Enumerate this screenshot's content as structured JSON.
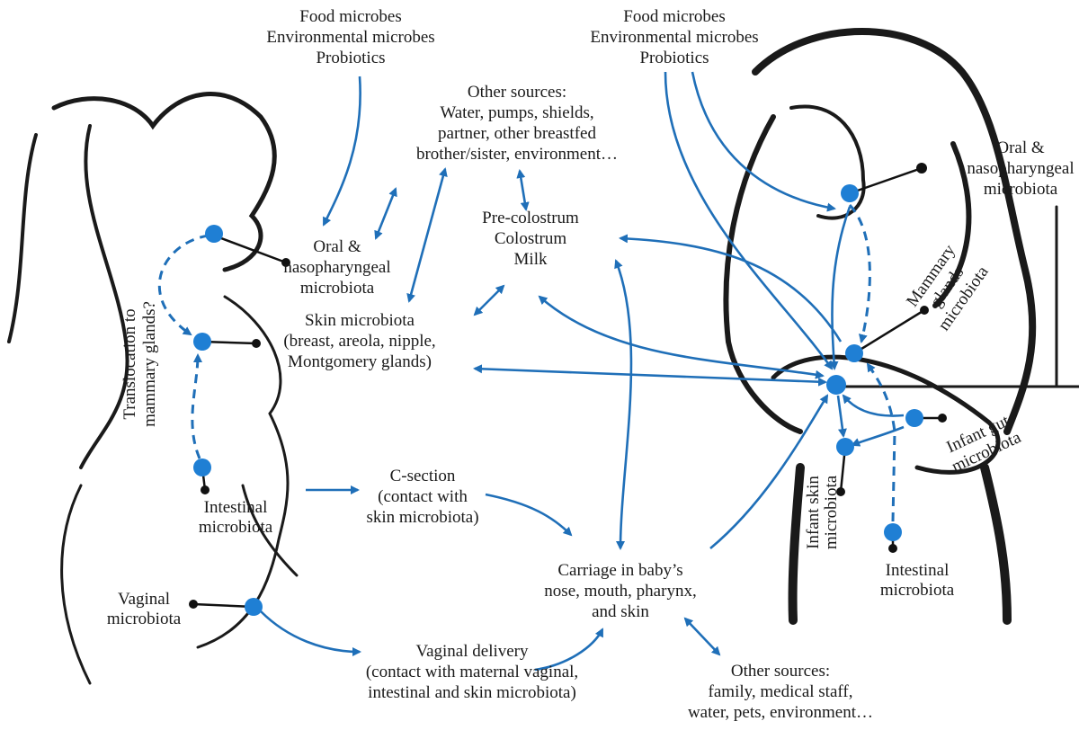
{
  "colors": {
    "arrow": "#1f6fb8",
    "microbe_dot": "#1f7fd4",
    "silhouette": "#1a1a1a"
  },
  "labels": {
    "food_left": [
      "Food microbes",
      "Environmental microbes",
      "Probiotics"
    ],
    "food_right": [
      "Food microbes",
      "Environmental microbes",
      "Probiotics"
    ],
    "other_sources_top": [
      "Other sources:",
      "Water, pumps,  shields,",
      "partner, other breastfed",
      "brother/sister, environment…"
    ],
    "milk": [
      "Pre-colostrum",
      "Colostrum",
      "Milk"
    ],
    "oral_left": [
      "Oral &",
      "nasopharyngeal",
      "microbiota"
    ],
    "skin": [
      "Skin microbiota",
      "(breast, areola, nipple,",
      "Montgomery glands)"
    ],
    "translocation": [
      "Translocation to",
      "mammary glands?"
    ],
    "intestinal_left": [
      "Intestinal",
      "microbiota"
    ],
    "csection": [
      "C-section",
      "(contact with",
      "skin microbiota)"
    ],
    "vaginal": [
      "Vaginal",
      "microbiota"
    ],
    "vaginal_delivery": [
      "Vaginal delivery",
      "(contact with maternal vaginal,",
      "intestinal  and skin microbiota)"
    ],
    "carriage": [
      "Carriage in baby’s",
      "nose, mouth, pharynx,",
      "and skin"
    ],
    "other_sources_bottom": [
      "Other sources:",
      "family, medical staff,",
      "water, pets, environment…"
    ],
    "oral_right": [
      "Oral &",
      "nasopharyngeal",
      "microbiota"
    ],
    "mammary": [
      "Mammary",
      "glands",
      "microbiota"
    ],
    "infant_gut": [
      "Infant gut",
      "microbiota"
    ],
    "infant_skin": [
      "Infant skin",
      "microbiota"
    ],
    "intestinal_right": [
      "Intestinal",
      "microbiota"
    ]
  }
}
